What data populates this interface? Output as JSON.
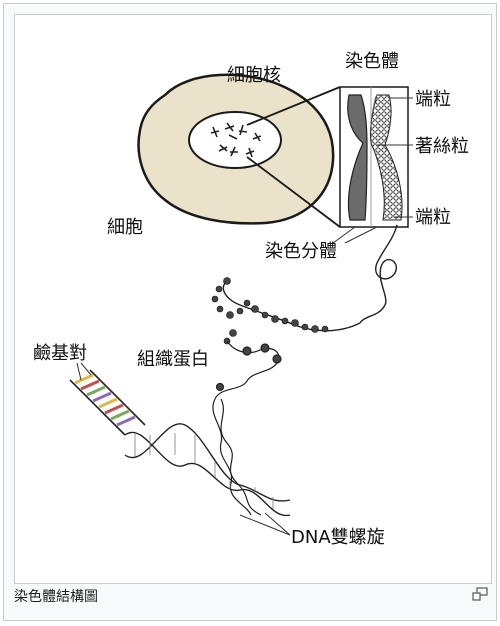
{
  "labels": {
    "cell": "細胞",
    "nucleus": "細胞核",
    "chromosome": "染色體",
    "telomere_top": "端粒",
    "centromere": "著絲粒",
    "telomere_bottom": "端粒",
    "chromatid": "染色分體",
    "histone": "組織蛋白",
    "base_pairs": "鹼基對",
    "dna_helix": "DNA雙螺旋"
  },
  "caption": "染色體結構圖",
  "icons": {
    "enlarge": "enlarge-icon"
  },
  "colors": {
    "cell_fill": "#ebe3c9",
    "chromosome_fill": "#6b6b6b",
    "outline": "#1a1a1a",
    "border": "#c8ccd1",
    "base_pair_colors": [
      "#e0b84a",
      "#c0504d",
      "#7aa85c",
      "#8a6db0"
    ]
  }
}
